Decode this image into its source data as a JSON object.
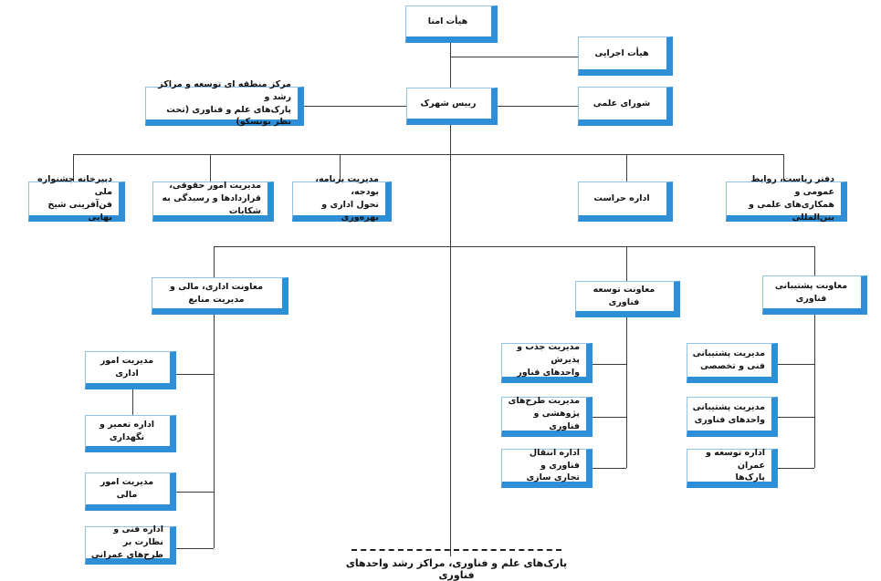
{
  "org": {
    "board": "هیأت امنا",
    "executive_board": "هیأت اجرایی",
    "scientific_council": "شورای علمی",
    "president": "رییس شهرک",
    "regional_center": [
      "مرکز منطقه ای توسعه و مراکز رشد و",
      "پارک‌های علم و فناوری (تحت نظر یونسکو)"
    ],
    "festival_secretariat": [
      "دبیرخانه جشنواره ملی",
      "فن‌آفرینی شیخ بهایی"
    ],
    "legal_affairs": [
      "مدیریت امور حقوقی،",
      "قراردادها و رسیدگی به شکایات"
    ],
    "planning": [
      "مدیریت برنامه، بودجه،",
      "تحول اداری و بهره‌وری"
    ],
    "security": "اداره حراست",
    "pr_office": [
      "دفتر ریاست، روابط عمومی و",
      "همکاری‌های علمی و بین‌المللی"
    ],
    "vp_admin": "معاونت اداری، مالی و مدیریت منابع",
    "vp_development": "معاونت توسعه فناوری",
    "vp_support": "معاونت پشتیبانی فناوری",
    "admin_affairs": "مدیریت امور اداری",
    "maintenance": "اداره تعمیر و نگهداری",
    "financial": "مدیریت امور مالی",
    "technical_supervision": [
      "اداره فنی و نظارت بر",
      "طرح‌های عمرانی"
    ],
    "attraction": [
      "مدیریت جذب و پذیرش",
      "واحدهای فناور"
    ],
    "research_projects": [
      "مدیریت طرح‌های",
      "پژوهشی و فناوری"
    ],
    "tech_transfer": [
      "اداره انتقال فناوری و",
      "تجاری سازی"
    ],
    "specialized_support": [
      "مدیریت پشتیبانی",
      "فنی و تخصصی"
    ],
    "unit_support": [
      "مدیریت پشتیبانی",
      "واحدهای فناوری"
    ],
    "parks_development": [
      "اداره توسعه و عمران",
      "پارک‌ها"
    ],
    "footer": "پارک‌های علم و فناوری، مراکز رشد واحدهای فناوری"
  }
}
